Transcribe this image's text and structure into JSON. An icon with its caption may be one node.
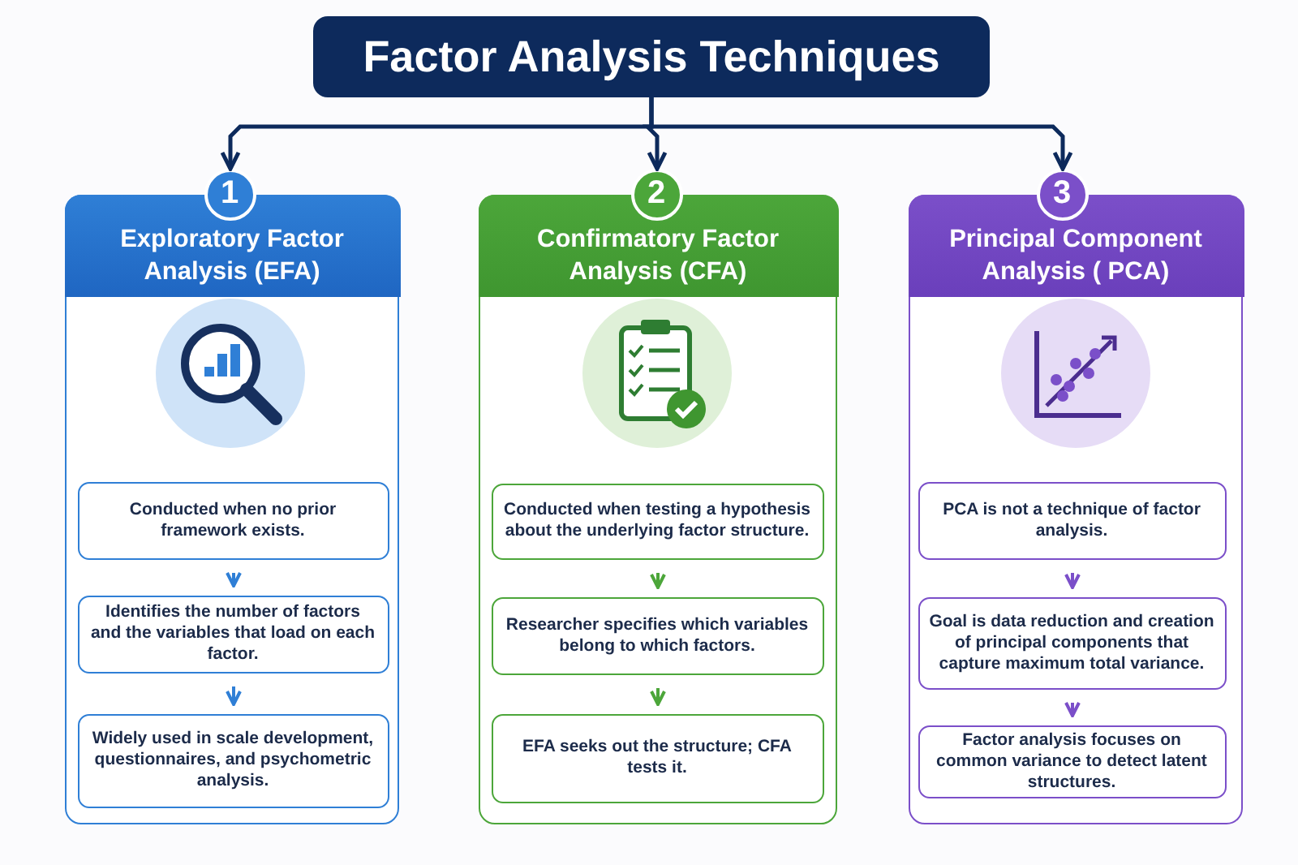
{
  "diagram": {
    "nodes": [
      {
        "text": [
          "Factor Analysis Techniques"
        ]
      },
      {
        "text": [
          "Exploratory Factor Analysis (EFA)"
        ]
      },
      {
        "text": [
          "1"
        ],
        "in": 1
      },
      {
        "text": [
          "Conducted when no prior framework exists."
        ],
        "in": 1
      },
      {
        "text": [
          "Identifies the number of factors and the variables that load on each factor."
        ],
        "in": 1
      },
      {
        "text": [
          "Widely used in scale development, questionnaires, and psychometric analysis."
        ],
        "in": 1
      },
      {
        "text": [
          "Confirmatory Factor Analysis (CFA)"
        ]
      },
      {
        "text": [
          "2"
        ],
        "in": 6
      },
      {
        "text": [
          "Conducted when testing a hypothesis about the underlying factor structure."
        ],
        "in": 6
      },
      {
        "text": [
          "Researcher specifies which variables belong to which factors."
        ],
        "in": 6
      },
      {
        "text": [
          "EFA seeks out the structure; CFA tests it."
        ],
        "in": 6
      },
      {
        "text": [
          "Principal Component Analysis ( PCA)"
        ]
      },
      {
        "text": [
          "3"
        ],
        "in": 11
      },
      {
        "text": [
          "PCA is not a technique of factor analysis."
        ],
        "in": 11
      },
      {
        "text": [
          "Goal is data reduction and creation of principal components that capture maximum total variance."
        ],
        "in": 11
      },
      {
        "text": [
          "Factor analysis focuses on common variance to detect latent structures."
        ],
        "in": 11
      }
    ],
    "edges": [
      {
        "from": 0,
        "to": 2,
        "arrow": "to"
      },
      {
        "from": 0,
        "to": 7,
        "arrow": "to"
      },
      {
        "from": 0,
        "to": 12,
        "arrow": "to"
      },
      {
        "from": 3,
        "to": 4,
        "arrow": "to",
        "color": "#2f7fd6"
      },
      {
        "from": 4,
        "to": 5,
        "arrow": "to",
        "color": "#2f7fd6"
      },
      {
        "from": 8,
        "to": 9,
        "arrow": "to",
        "color": "#4ca63a"
      },
      {
        "from": 9,
        "to": 10,
        "arrow": "to",
        "color": "#4ca63a"
      },
      {
        "from": 13,
        "to": 14,
        "arrow": "to",
        "color": "#7b4fc9"
      },
      {
        "from": 14,
        "to": 15,
        "arrow": "to",
        "color": "#7b4fc9"
      }
    ]
  }
}
